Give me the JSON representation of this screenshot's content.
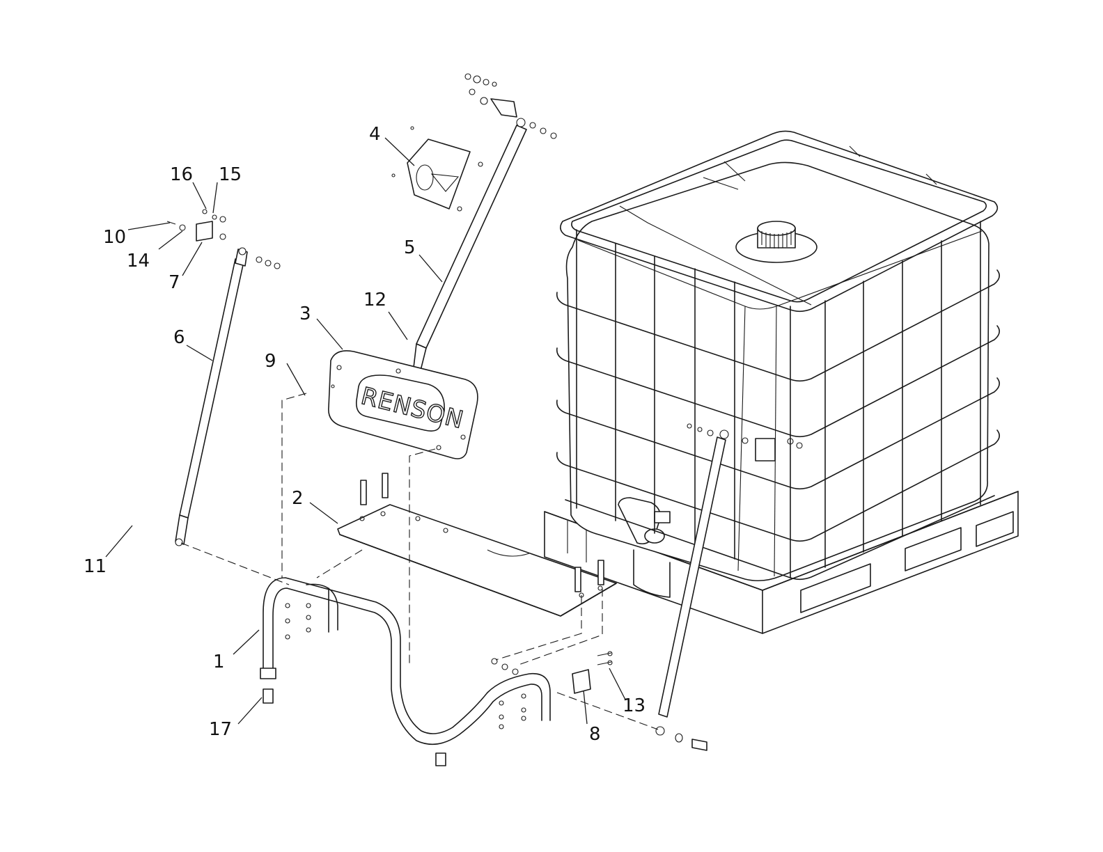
{
  "brand_label": "RENSON",
  "callouts": [
    "1",
    "2",
    "3",
    "4",
    "5",
    "6",
    "7",
    "8",
    "9",
    "10",
    "11",
    "12",
    "13",
    "14",
    "15",
    "16",
    "17"
  ]
}
